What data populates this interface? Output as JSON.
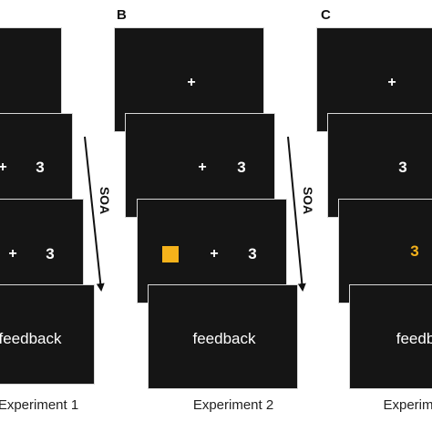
{
  "panels": {
    "b_label": "B",
    "c_label": "C"
  },
  "symbols": {
    "fixation": "+",
    "target": "3"
  },
  "feedback_text": "feedback",
  "feedback_text_c": "feedb",
  "axis": {
    "soa": "SOA"
  },
  "captions": {
    "experiment_1": "Experiment 1",
    "experiment_2": "Experiment 2",
    "experiment_3": "Experim"
  },
  "colors": {
    "screen": "#151515",
    "cue": "#f5b21b",
    "highlight_digit": "#f5b21b"
  }
}
